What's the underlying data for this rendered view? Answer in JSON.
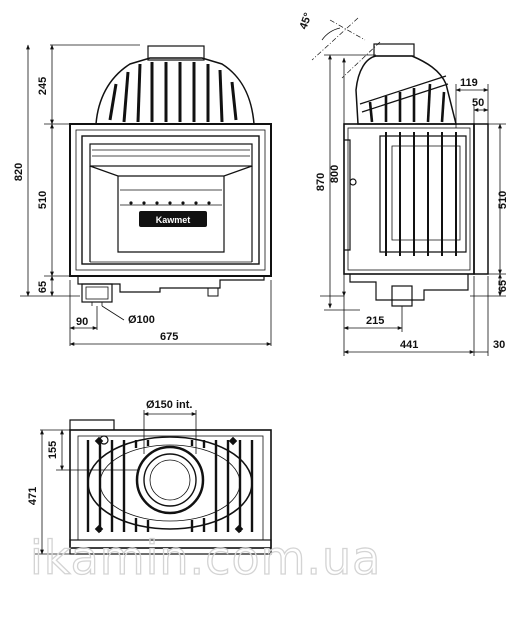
{
  "front_view": {
    "dim_top_section": "245",
    "dim_opening": "510",
    "dim_total_height": "820",
    "dim_base": "65",
    "dim_outlet_offset": "90",
    "dim_outlet_diameter": "Ø100",
    "dim_width": "675",
    "brand_badge": "Kawmet"
  },
  "side_view": {
    "angle": "45°",
    "dim_total_height": "870",
    "dim_body_height": "800",
    "dim_offset_top": "119",
    "dim_offset_small": "50",
    "dim_opening": "510",
    "dim_base": "65",
    "dim_outlet_offset": "215",
    "dim_depth": "441",
    "dim_frame": "30"
  },
  "top_view": {
    "dim_flue": "Ø150 int.",
    "dim_flue_offset": "155",
    "dim_depth": "471"
  },
  "watermark": "ikamin.com.ua",
  "colors": {
    "line": "#111111",
    "watermark": "#d4d4d4"
  }
}
